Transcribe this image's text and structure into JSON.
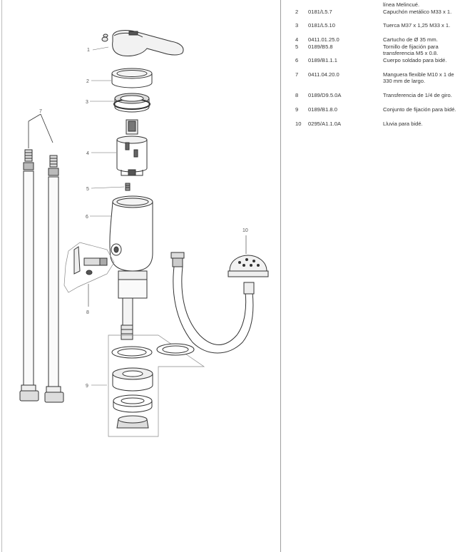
{
  "parts": [
    {
      "num": "",
      "code": "",
      "desc": "línea Melincué."
    },
    {
      "num": "2",
      "code": "0181/L5.7",
      "desc": "Capuchón metálico M33 x 1."
    },
    {
      "num": "3",
      "code": "0181/L5.10",
      "desc": "Tuerca M37 x 1,25 M33 x 1."
    },
    {
      "num": "4",
      "code": "0411.01.25.0",
      "desc": "Cartucho de Ø 35 mm."
    },
    {
      "num": "5",
      "code": "0189/B5.8",
      "desc": "Tornillo de fijación para transferencia M5 x 0.8."
    },
    {
      "num": "6",
      "code": "0189/B1.1.1",
      "desc": "Cuerpo soldado para bidé."
    },
    {
      "num": "7",
      "code": "0411.04.20.0",
      "desc": "Manguera flexible M10 x 1 de 330 mm de largo."
    },
    {
      "num": "8",
      "code": "0189/D9.5.0A",
      "desc": "Transferencia de 1/4 de giro."
    },
    {
      "num": "9",
      "code": "0189/B1.8.0",
      "desc": "Conjunto de fijación para bidé."
    },
    {
      "num": "10",
      "code": "0295/A1.1.0A",
      "desc": "Lluvia para bidé."
    }
  ],
  "callouts": {
    "c1": "1",
    "c2": "2",
    "c3": "3",
    "c4": "4",
    "c5": "5",
    "c6": "6",
    "c7": "7",
    "c8": "8",
    "c9": "9",
    "c10": "10"
  }
}
